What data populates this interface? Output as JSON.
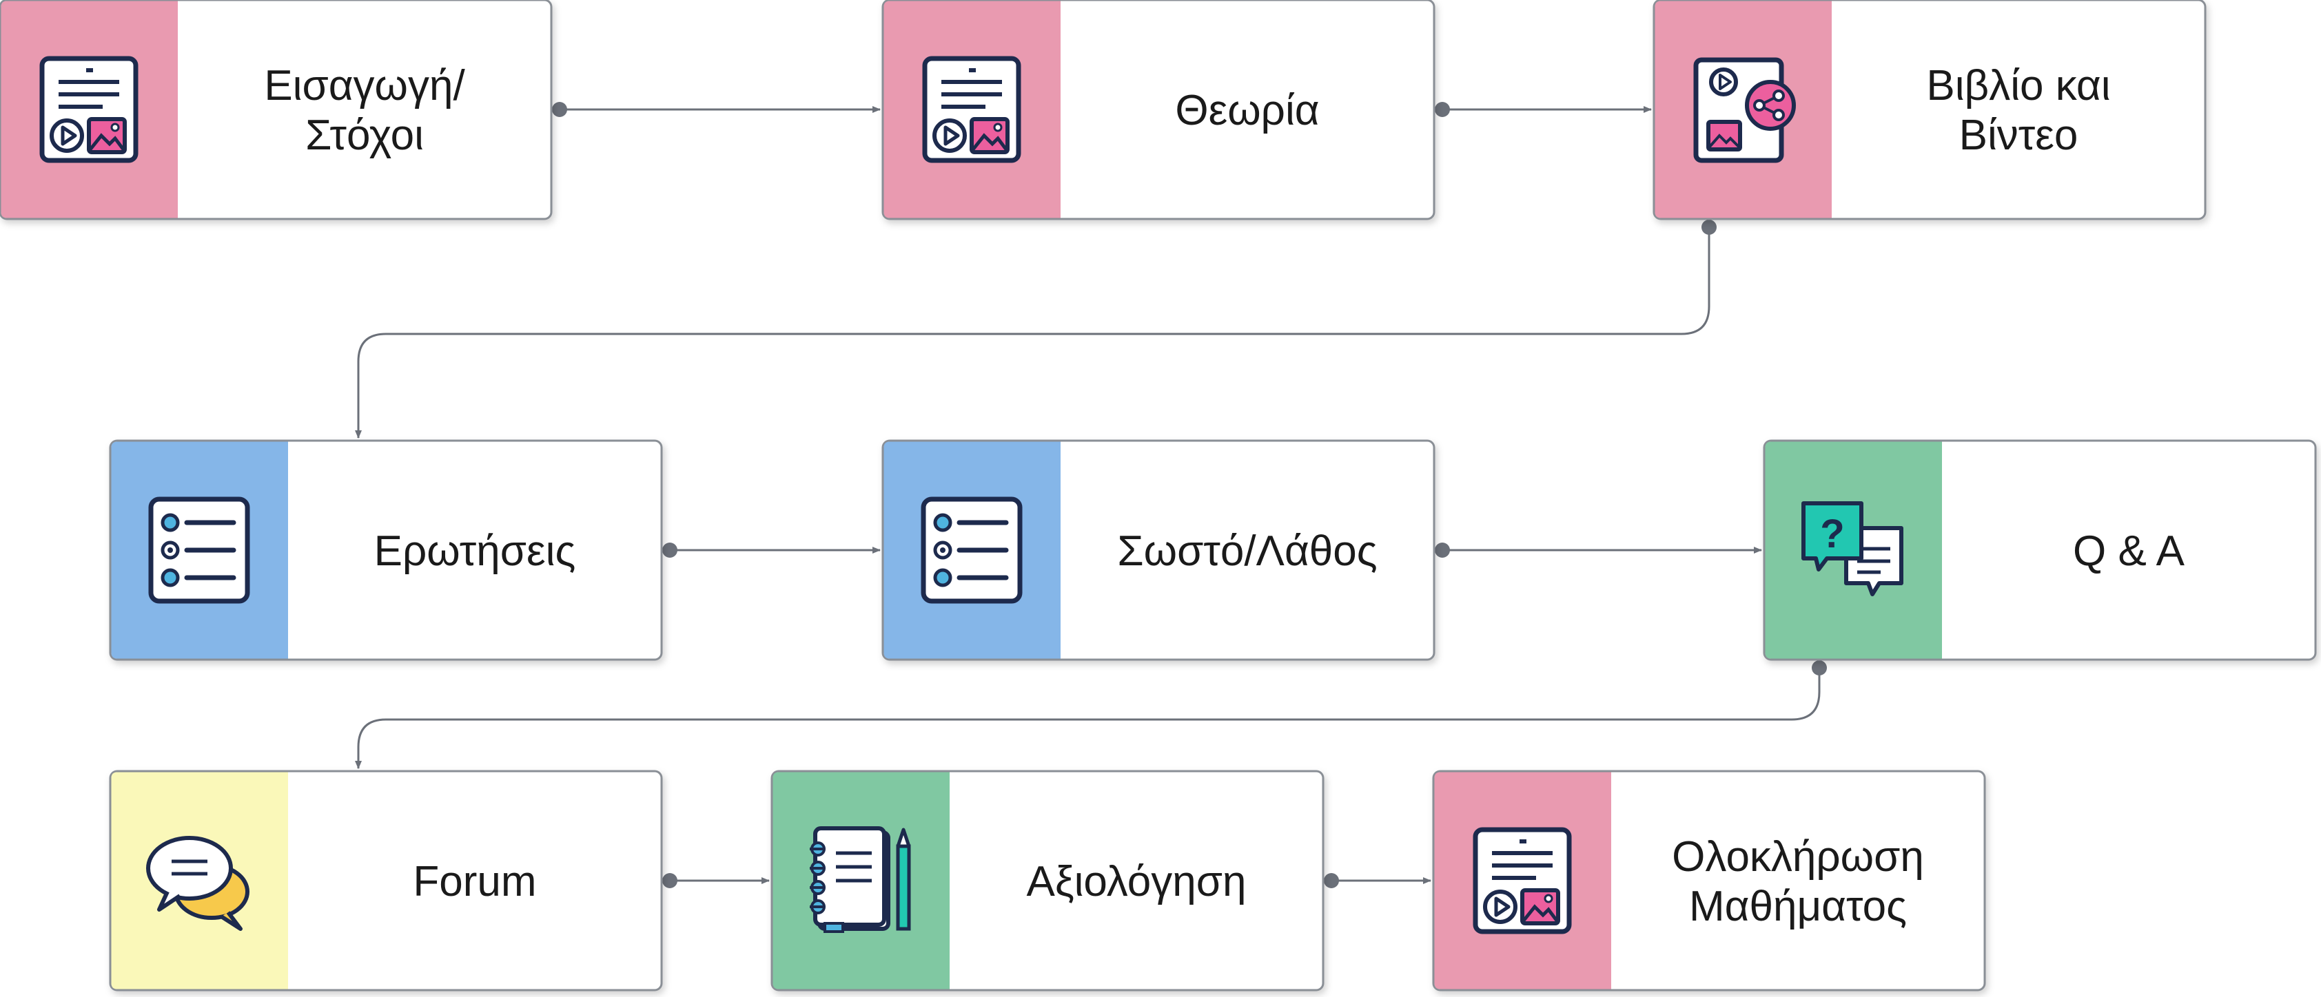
{
  "colors": {
    "pink": "#E99AB0",
    "blue": "#85B6E8",
    "green": "#80C8A2",
    "yellow": "#FAF8B9",
    "border": "#8A8F96",
    "connector": "#6B7079",
    "icon_stroke": "#1D2A4D",
    "icon_pink": "#EC5F9E",
    "icon_teal": "#22C7B1",
    "icon_yellow": "#F7C94B"
  },
  "nodes": [
    {
      "id": "intro",
      "lines": [
        "Εισαγωγή/",
        "Στόχοι"
      ],
      "color": "pink",
      "icon": "media-page-icon"
    },
    {
      "id": "theory",
      "lines": [
        "Θεωρία"
      ],
      "color": "pink",
      "icon": "media-page-icon"
    },
    {
      "id": "book-video",
      "lines": [
        "Βιβλίο και",
        "Βίντεο"
      ],
      "color": "pink",
      "icon": "share-document-icon"
    },
    {
      "id": "questions",
      "lines": [
        "Ερωτήσεις"
      ],
      "color": "blue",
      "icon": "checklist-icon"
    },
    {
      "id": "true-false",
      "lines": [
        "Σωστό/Λάθος"
      ],
      "color": "blue",
      "icon": "checklist-icon"
    },
    {
      "id": "qa",
      "lines": [
        "Q & A"
      ],
      "color": "green",
      "icon": "question-chat-icon"
    },
    {
      "id": "forum",
      "lines": [
        "Forum"
      ],
      "color": "yellow",
      "icon": "speech-bubbles-icon"
    },
    {
      "id": "assessment",
      "lines": [
        "Αξιολόγηση"
      ],
      "color": "green",
      "icon": "notebook-pencil-icon"
    },
    {
      "id": "completion",
      "lines": [
        "Ολοκλήρωση",
        "Μαθήματος"
      ],
      "color": "pink",
      "icon": "media-page-icon"
    }
  ],
  "edges": [
    {
      "from": "intro",
      "to": "theory"
    },
    {
      "from": "theory",
      "to": "book-video"
    },
    {
      "from": "book-video",
      "to": "questions"
    },
    {
      "from": "questions",
      "to": "true-false"
    },
    {
      "from": "true-false",
      "to": "qa"
    },
    {
      "from": "qa",
      "to": "forum"
    },
    {
      "from": "forum",
      "to": "assessment"
    },
    {
      "from": "assessment",
      "to": "completion"
    }
  ]
}
